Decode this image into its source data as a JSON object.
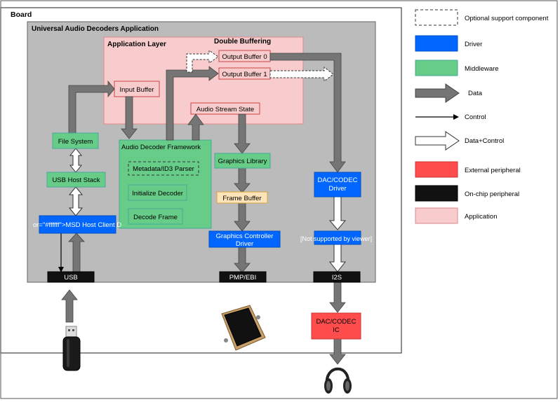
{
  "board": {
    "label": "Board"
  },
  "app": {
    "label": "Universal Audio Decoders Application"
  },
  "app_layer": {
    "label": "Application Layer",
    "double_buffering": "Double Buffering",
    "output_buffer_0": "Output Buffer 0",
    "output_buffer_1": "Output Buffer 1",
    "input_buffer": "Input Buffer",
    "audio_stream_state": "Audio Stream State"
  },
  "framework": {
    "label": "Audio Decoder Framework",
    "metadata": "Metadata/ID3 Parser",
    "init": "Initialize Decoder",
    "decode": "Decode Frame"
  },
  "blocks": {
    "file_system": "File System",
    "usb_host_stack": "USB Host Stack",
    "msd_host_client": "or=\"#ffffff\">MSD Host Client D",
    "graphics_library": "Graphics Library",
    "frame_buffer": "Frame Buffer",
    "gfx_driver_l1": "Graphics Controller",
    "gfx_driver_l2": "Driver",
    "dac_driver_l1": "DAC/CODEC",
    "dac_driver_l2": "Driver",
    "not_supported": "[Not supported by viewer]",
    "dac_ic_l1": "DAC/CODEC",
    "dac_ic_l2": "IC"
  },
  "ports": {
    "usb": "USB",
    "pmp": "PMP/EBI",
    "i2s": "I2S"
  },
  "legend": {
    "optional": "Optional support component",
    "driver": "Driver",
    "middleware": "Middleware",
    "data": "Data",
    "control": "Control",
    "data_control": "Data+Control",
    "external": "External peripheral",
    "onchip": "On-chip peripheral",
    "application": "Application"
  },
  "colors": {
    "driver": "#0066ff",
    "middleware": "#66cc88",
    "external": "#ff4d4d",
    "onchip": "#111111",
    "application": "#f8cccc",
    "app_region": "#bbbbbb",
    "arrow": "#757575"
  }
}
